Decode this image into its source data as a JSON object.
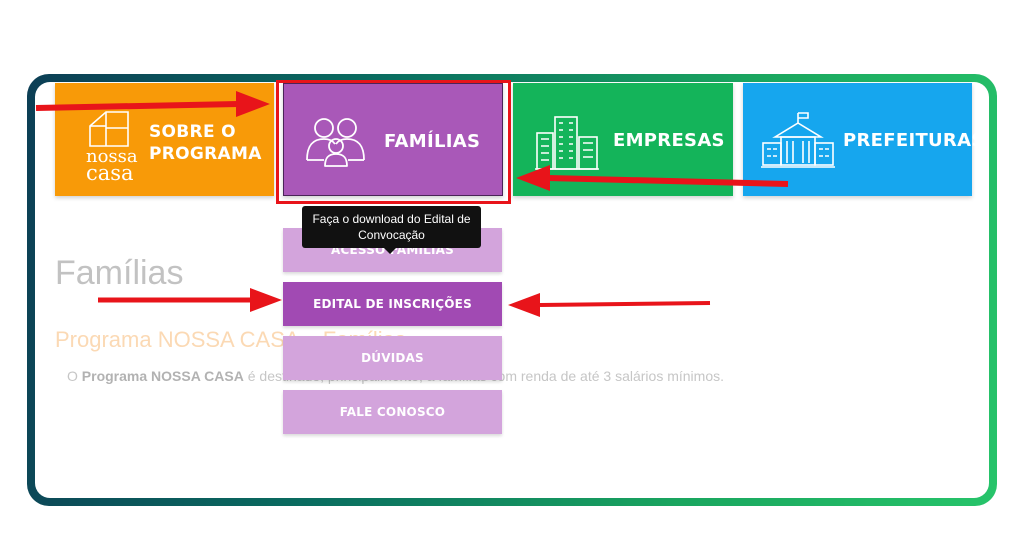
{
  "tiles": {
    "sobre": {
      "label_line1": "SOBRE O",
      "label_line2": "PROGRAMA",
      "logo_line1": "nossa",
      "logo_line2": "casa",
      "color": "#f89a08"
    },
    "familias": {
      "label": "FAMÍLIAS",
      "color": "#a958b8"
    },
    "empresas": {
      "label": "EMPRESAS",
      "color": "#14b45a"
    },
    "prefeituras": {
      "label": "PREFEITURAS",
      "color": "#16a6ee"
    }
  },
  "tooltip": {
    "text": "Faça o download do Edital de Convocação"
  },
  "menu": {
    "items": [
      {
        "label": "ACESSO FAMÍLIAS"
      },
      {
        "label": "EDITAL DE INSCRIÇÕES",
        "active": true
      },
      {
        "label": "DÚVIDAS"
      },
      {
        "label": "FALE CONOSCO"
      }
    ]
  },
  "page": {
    "title": "Famílias",
    "subtitle": "Programa NOSSA CASA – Famílias",
    "desc_prefix": "O ",
    "desc_bold": "Programa NOSSA CASA",
    "desc_rest": " é destinado, principalmente, a famílias com renda de até 3 salários mínimos."
  },
  "colors": {
    "arrow": "#e8141a",
    "highlight": "#e8141a",
    "menu_active": "#a14ab3",
    "menu_inactive": "#d3a4dc"
  }
}
